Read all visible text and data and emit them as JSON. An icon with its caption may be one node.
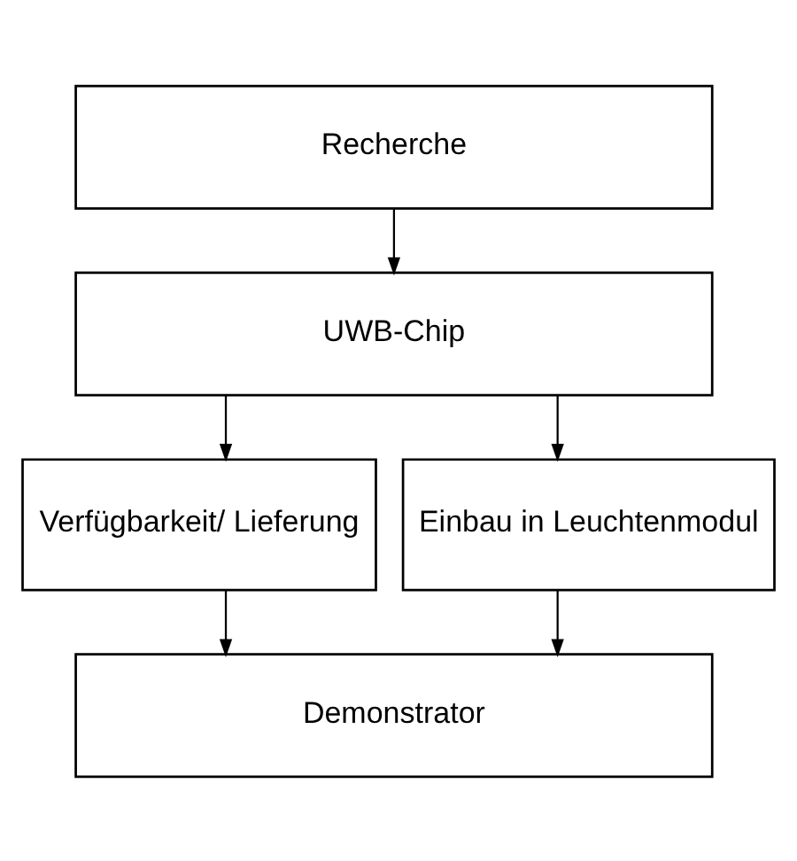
{
  "diagram": {
    "nodes": [
      {
        "text": [
          "Recherche"
        ]
      },
      {
        "text": [
          "UWB-Chip"
        ]
      },
      {
        "text": [
          "Verfügbarkeit/ Lieferung"
        ]
      },
      {
        "text": [
          "Einbau in Leuchtenmodul"
        ]
      },
      {
        "text": [
          "Demonstrator"
        ]
      }
    ],
    "edges": [
      {
        "from": 0,
        "to": 1,
        "arrow": "to"
      },
      {
        "from": 1,
        "to": 2,
        "arrow": "to"
      },
      {
        "from": 1,
        "to": 3,
        "arrow": "to"
      },
      {
        "from": 2,
        "to": 4,
        "arrow": "to"
      },
      {
        "from": 3,
        "to": 4,
        "arrow": "to"
      }
    ]
  }
}
